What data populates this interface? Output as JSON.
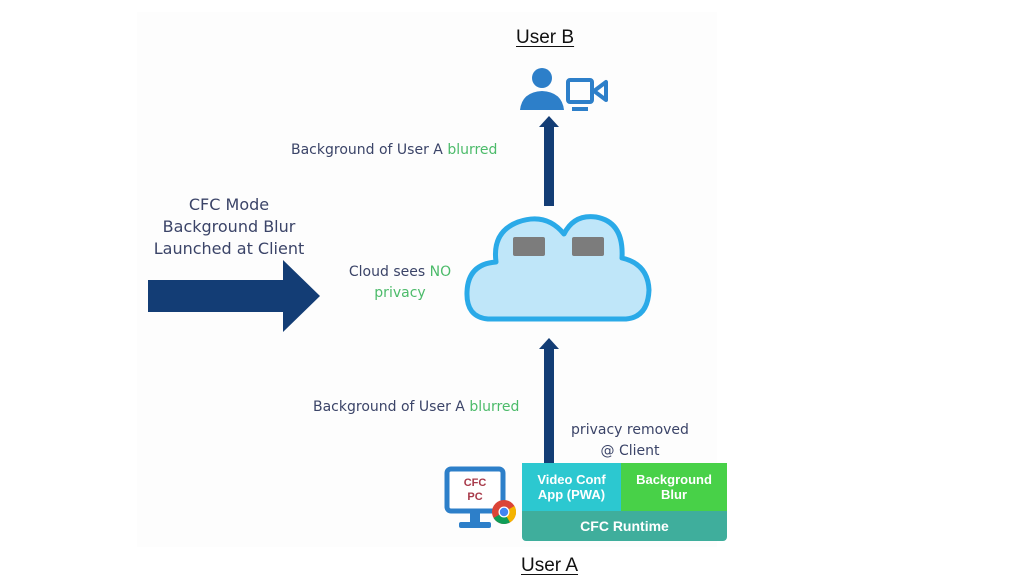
{
  "user_b_label": "User B",
  "user_a_label": "User A",
  "left_caption": {
    "line1": "CFC Mode",
    "line2": "Background Blur",
    "line3": "Launched at Client"
  },
  "top_note": {
    "prefix": "Background of User A ",
    "highlight": "blurred"
  },
  "cloud_note": {
    "prefix": "Cloud sees ",
    "highlight": "NO",
    "line2": "privacy"
  },
  "bottom_note": {
    "prefix": "Background of User A ",
    "highlight": "blurred"
  },
  "client_note": {
    "line1": "privacy removed",
    "line2": "@ Client"
  },
  "pc_icon": {
    "line1": "CFC",
    "line2": "PC",
    "badge": "browser-logo"
  },
  "stack": {
    "video_conf": {
      "line1": "Video Conf",
      "line2": "App (PWA)",
      "color": "#2cc8d0"
    },
    "background_blur": {
      "line1": "Background",
      "line2": "Blur",
      "color": "#48d148"
    },
    "runtime": {
      "label": "CFC Runtime",
      "color": "#3fae9c"
    }
  },
  "colors": {
    "arrow": "#133d75",
    "highlight_green": "#4cbb6a",
    "cloud_fill": "#bfe6f9",
    "cloud_stroke": "#2aaae8",
    "icon_blue": "#2d7fc9"
  }
}
